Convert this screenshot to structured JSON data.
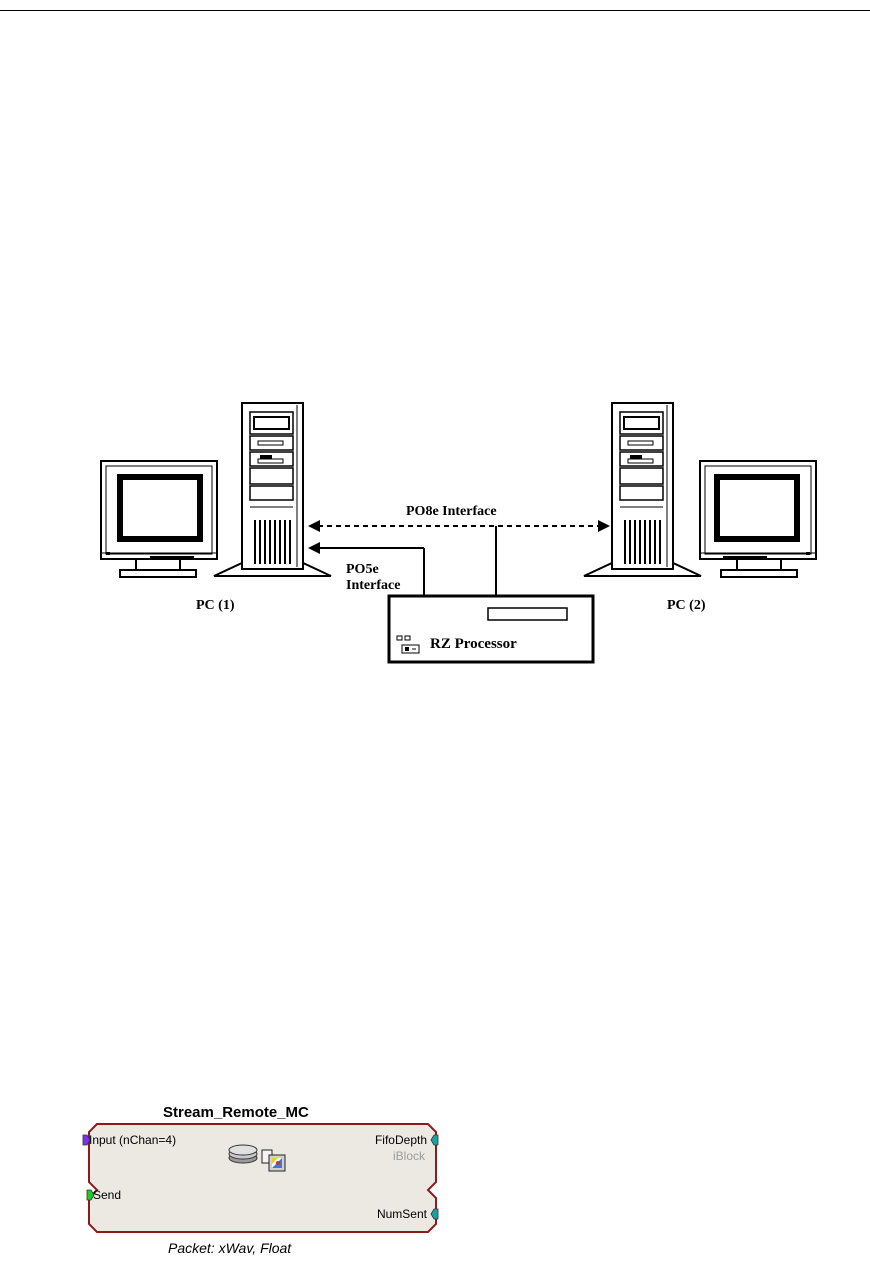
{
  "network_diagram": {
    "labels": {
      "pc1": "PC (1)",
      "pc2": "PC (2)",
      "po8e": "PO8e Interface",
      "po5e_line1": "PO5e",
      "po5e_line2": "Interface",
      "rz": "RZ Processor"
    }
  },
  "stream_block": {
    "title": "Stream_Remote_MC",
    "ports": {
      "input": "Input (nChan=4)",
      "send": "Send",
      "fifo_depth": "FifoDepth",
      "iblock": "iBlock",
      "num_sent": "NumSent"
    },
    "caption": "Packet: xWav, Float",
    "colors": {
      "body_fill": "#ece9e2",
      "border": "#8b1a1a",
      "input_port": "#7b2ff7",
      "send_port": "#22cc22",
      "output_port": "#1aa3a3"
    }
  }
}
